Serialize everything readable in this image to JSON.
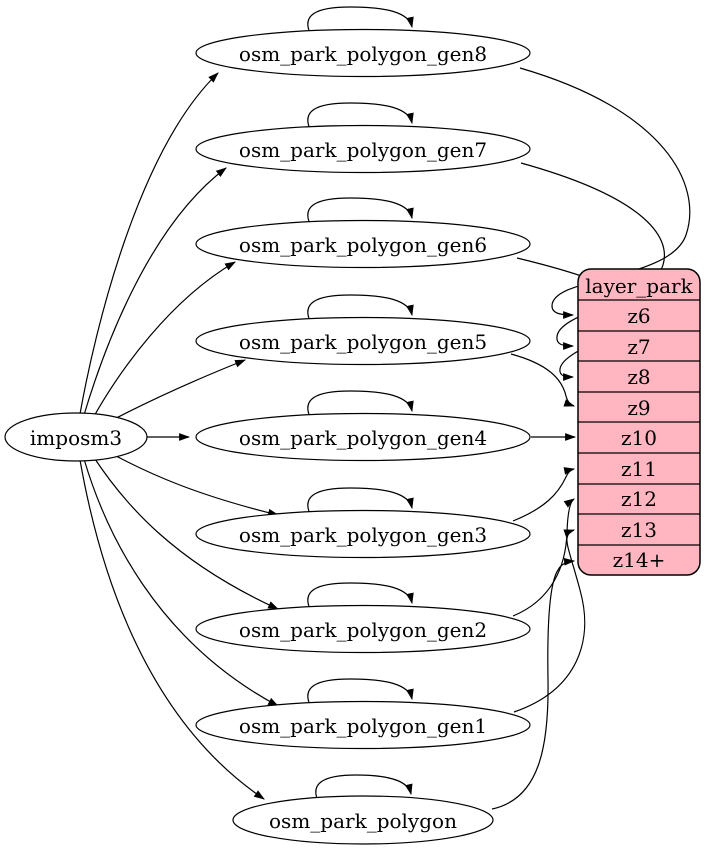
{
  "diagram": {
    "source": {
      "label": "imposm3"
    },
    "tables": [
      {
        "label": "osm_park_polygon_gen8",
        "feeds_zoom": "z6"
      },
      {
        "label": "osm_park_polygon_gen7",
        "feeds_zoom": "z7"
      },
      {
        "label": "osm_park_polygon_gen6",
        "feeds_zoom": "z8"
      },
      {
        "label": "osm_park_polygon_gen5",
        "feeds_zoom": "z9"
      },
      {
        "label": "osm_park_polygon_gen4",
        "feeds_zoom": "z10"
      },
      {
        "label": "osm_park_polygon_gen3",
        "feeds_zoom": "z11"
      },
      {
        "label": "osm_park_polygon_gen2",
        "feeds_zoom": "z12"
      },
      {
        "label": "osm_park_polygon_gen1",
        "feeds_zoom": "z13"
      },
      {
        "label": "osm_park_polygon",
        "feeds_zoom": "z14+"
      }
    ],
    "layer": {
      "title": "layer_park",
      "fill": "#ffb6c1",
      "rows": [
        "z6",
        "z7",
        "z8",
        "z9",
        "z10",
        "z11",
        "z12",
        "z13",
        "z14+"
      ]
    },
    "colors": {
      "stroke": "#000000",
      "node_fill": "#ffffff",
      "table_fill": "#ffb6c1"
    }
  }
}
